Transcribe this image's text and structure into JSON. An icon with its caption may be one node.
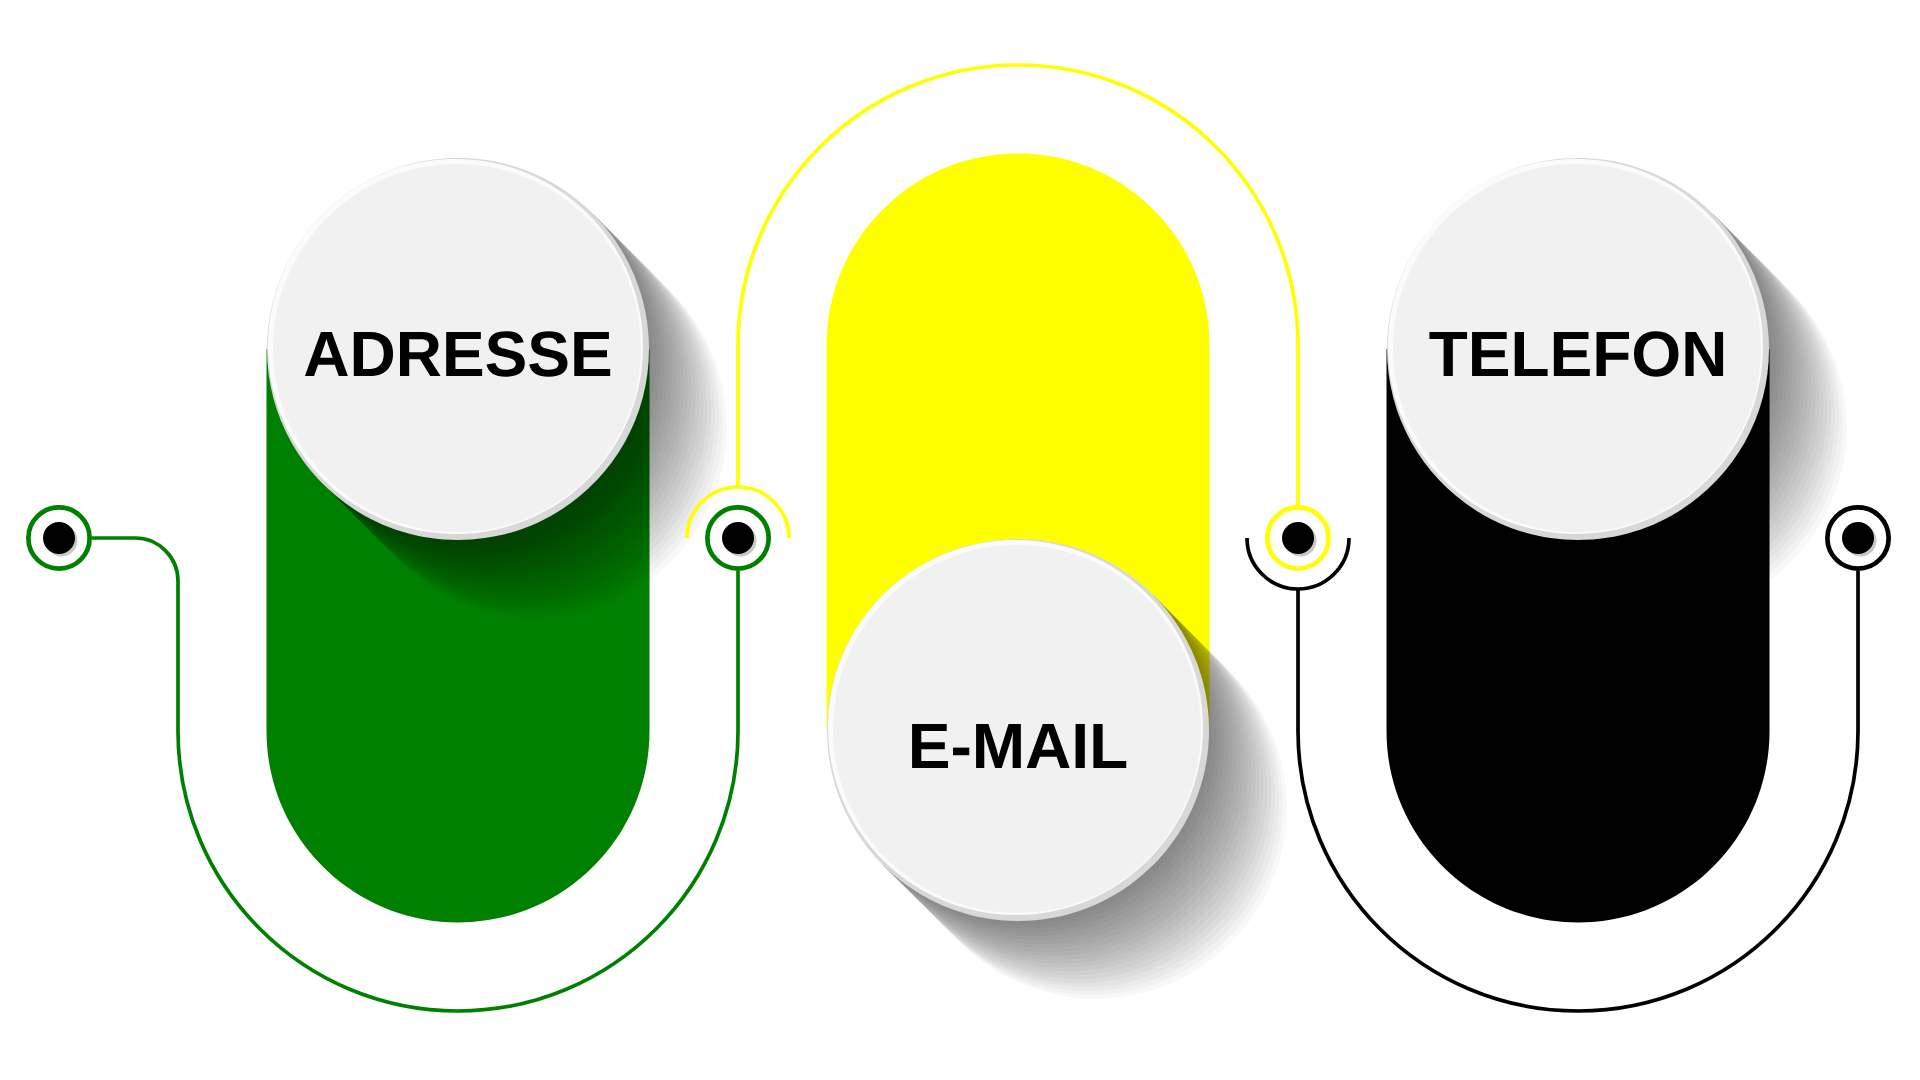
{
  "diagram": {
    "nodes": [
      {
        "text": [],
        "shape": "circle"
      },
      {
        "text": [
          "ADRESSE"
        ]
      },
      {
        "text": [],
        "shape": "circle"
      },
      {
        "text": [
          "E-MAIL"
        ]
      },
      {
        "text": [],
        "shape": "circle"
      },
      {
        "text": [
          "TELEFON"
        ]
      },
      {
        "text": [],
        "shape": "circle"
      }
    ],
    "edges": [
      {
        "from": 0,
        "to": 2,
        "arrow": "none",
        "color": "#008000"
      },
      {
        "from": 2,
        "to": 4,
        "arrow": "none",
        "color": "#ffff00"
      },
      {
        "from": 4,
        "to": 6,
        "arrow": "none",
        "color": "#000000"
      }
    ]
  }
}
